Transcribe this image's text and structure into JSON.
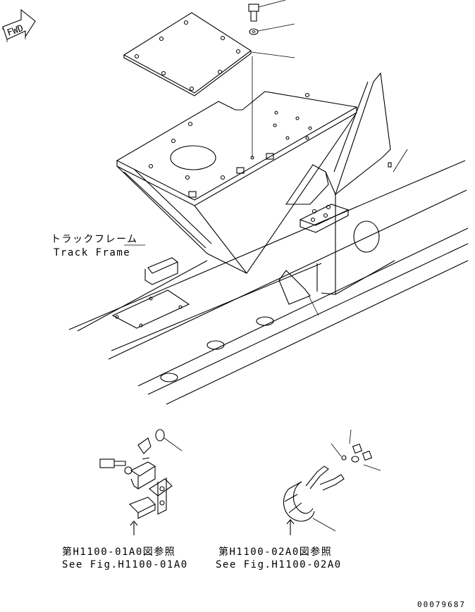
{
  "fwd_label": "FWD",
  "track_frame": {
    "jp": "トラックフレーム",
    "en": "Track Frame"
  },
  "ref_left": {
    "jp": "第H1100-01A0図参照",
    "en": "See Fig.H1100-01A0"
  },
  "ref_right": {
    "jp": "第H1100-02A0図参照",
    "en": "See Fig.H1100-02A0"
  },
  "drawing_number": "00079687"
}
